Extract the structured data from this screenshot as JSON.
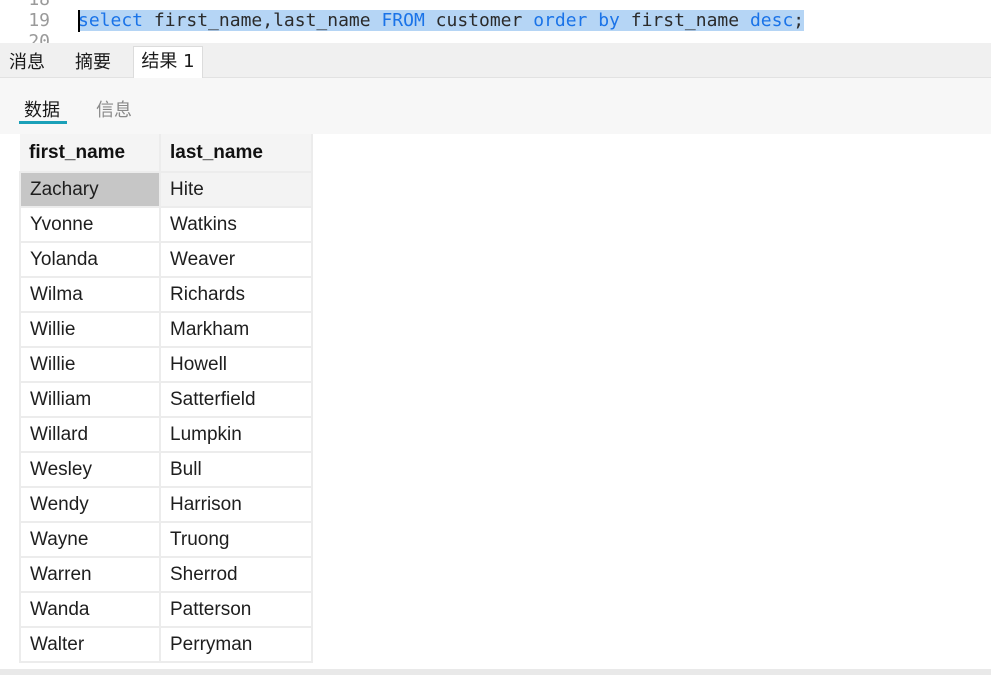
{
  "editor": {
    "line_numbers": [
      "18",
      "19",
      "20"
    ],
    "query": {
      "kw_select": "select",
      "part_fields": " first_name,last_name ",
      "kw_from": "FROM",
      "part_table": " customer ",
      "kw_order_by": "order by",
      "part_col": " first_name ",
      "kw_desc": "desc",
      "part_end": ";"
    }
  },
  "tabs": {
    "messages": "消息",
    "summary": "摘要",
    "result1": "结果 1"
  },
  "subtabs": {
    "data": "数据",
    "info": "信息"
  },
  "grid": {
    "columns": [
      "first_name",
      "last_name"
    ],
    "rows": [
      [
        "Zachary",
        "Hite"
      ],
      [
        "Yvonne",
        "Watkins"
      ],
      [
        "Yolanda",
        "Weaver"
      ],
      [
        "Wilma",
        "Richards"
      ],
      [
        "Willie",
        "Markham"
      ],
      [
        "Willie",
        "Howell"
      ],
      [
        "William",
        "Satterfield"
      ],
      [
        "Willard",
        "Lumpkin"
      ],
      [
        "Wesley",
        "Bull"
      ],
      [
        "Wendy",
        "Harrison"
      ],
      [
        "Wayne",
        "Truong"
      ],
      [
        "Warren",
        "Sherrod"
      ],
      [
        "Wanda",
        "Patterson"
      ],
      [
        "Walter",
        "Perryman"
      ]
    ]
  },
  "colors": {
    "keyword": "#1a73e8",
    "selection": "#b5d5f5",
    "active_underline": "#1aa0b8",
    "selected_cell": "#c6c6c6"
  }
}
